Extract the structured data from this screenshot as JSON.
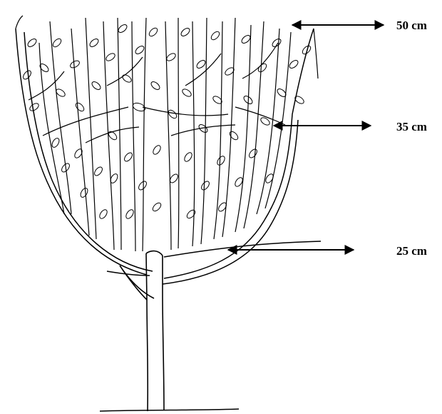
{
  "dimensions": [
    {
      "label": "50 cm",
      "value": 50,
      "unit": "cm"
    },
    {
      "label": "35 cm",
      "value": 35,
      "unit": "cm"
    },
    {
      "label": "25 cm",
      "value": 25,
      "unit": "cm"
    }
  ],
  "colors": {
    "ink": "#000000",
    "background": "#ffffff"
  }
}
